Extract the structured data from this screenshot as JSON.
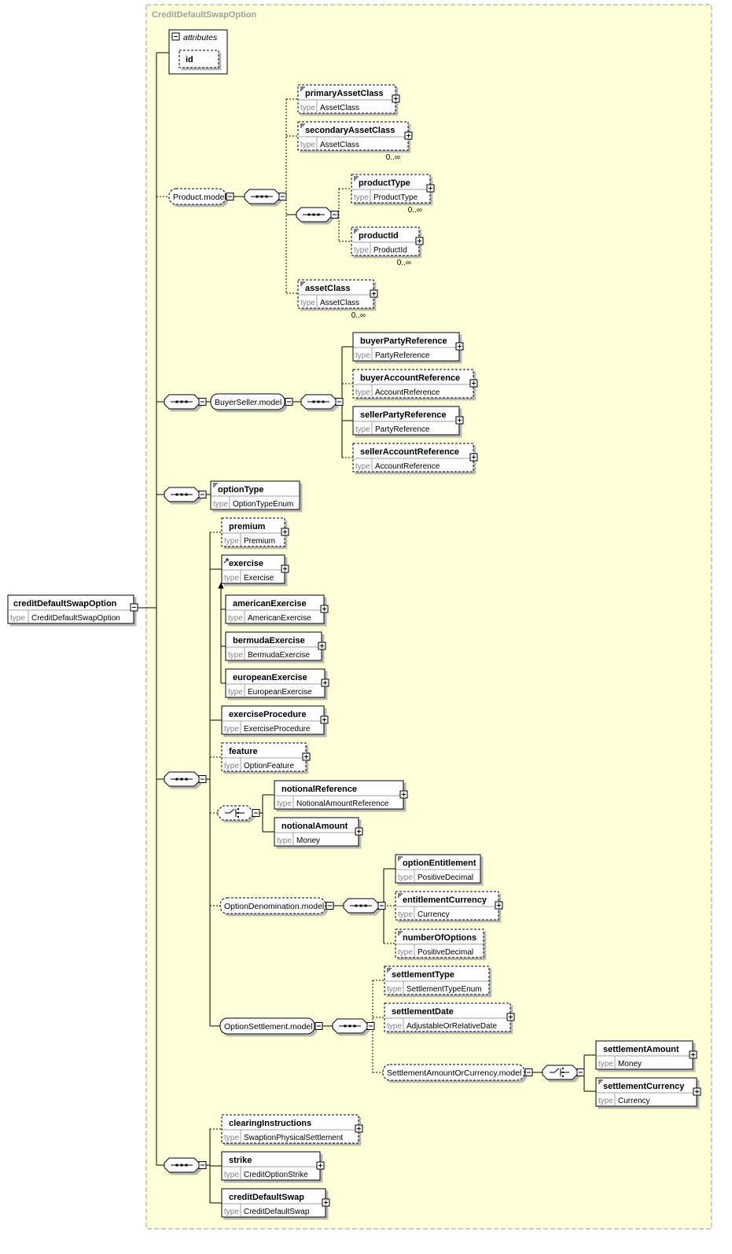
{
  "title": "CreditDefaultSwapOption",
  "type_label": "type",
  "root": {
    "name": "creditDefaultSwapOption",
    "type": "CreditDefaultSwapOption"
  },
  "attributes": {
    "label": "attributes",
    "id": "id"
  },
  "groups": {
    "product_model": "Product.model",
    "buyer_seller_model": "BuyerSeller.model",
    "option_denomination_model": "OptionDenomination.model",
    "option_settlement_model": "OptionSettlement.model",
    "settlement_amount_or_currency_model": "SettlementAmountOrCurrency.model"
  },
  "elements": {
    "primaryAssetClass": {
      "name": "primaryAssetClass",
      "type": "AssetClass"
    },
    "secondaryAssetClass": {
      "name": "secondaryAssetClass",
      "type": "AssetClass",
      "occurs": "0..∞"
    },
    "productType": {
      "name": "productType",
      "type": "ProductType",
      "occurs": "0..∞"
    },
    "productId": {
      "name": "productId",
      "type": "ProductId",
      "occurs": "0..∞"
    },
    "assetClass": {
      "name": "assetClass",
      "type": "AssetClass",
      "occurs": "0..∞"
    },
    "buyerPartyReference": {
      "name": "buyerPartyReference",
      "type": "PartyReference"
    },
    "buyerAccountReference": {
      "name": "buyerAccountReference",
      "type": "AccountReference"
    },
    "sellerPartyReference": {
      "name": "sellerPartyReference",
      "type": "PartyReference"
    },
    "sellerAccountReference": {
      "name": "sellerAccountReference",
      "type": "AccountReference"
    },
    "optionType": {
      "name": "optionType",
      "type": "OptionTypeEnum"
    },
    "premium": {
      "name": "premium",
      "type": "Premium"
    },
    "exercise": {
      "name": "exercise",
      "type": "Exercise"
    },
    "americanExercise": {
      "name": "americanExercise",
      "type": "AmericanExercise"
    },
    "bermudaExercise": {
      "name": "bermudaExercise",
      "type": "BermudaExercise"
    },
    "europeanExercise": {
      "name": "europeanExercise",
      "type": "EuropeanExercise"
    },
    "exerciseProcedure": {
      "name": "exerciseProcedure",
      "type": "ExerciseProcedure"
    },
    "feature": {
      "name": "feature",
      "type": "OptionFeature"
    },
    "notionalReference": {
      "name": "notionalReference",
      "type": "NotionalAmountReference"
    },
    "notionalAmount": {
      "name": "notionalAmount",
      "type": "Money"
    },
    "optionEntitlement": {
      "name": "optionEntitlement",
      "type": "PositiveDecimal"
    },
    "entitlementCurrency": {
      "name": "entitlementCurrency",
      "type": "Currency"
    },
    "numberOfOptions": {
      "name": "numberOfOptions",
      "type": "PositiveDecimal"
    },
    "settlementType": {
      "name": "settlementType",
      "type": "SettlementTypeEnum"
    },
    "settlementDate": {
      "name": "settlementDate",
      "type": "AdjustableOrRelativeDate"
    },
    "settlementAmount": {
      "name": "settlementAmount",
      "type": "Money"
    },
    "settlementCurrency": {
      "name": "settlementCurrency",
      "type": "Currency"
    },
    "clearingInstructions": {
      "name": "clearingInstructions",
      "type": "SwaptionPhysicalSettlement"
    },
    "strike": {
      "name": "strike",
      "type": "CreditOptionStrike"
    },
    "creditDefaultSwap": {
      "name": "creditDefaultSwap",
      "type": "CreditDefaultSwap"
    }
  },
  "colors": {
    "canvas": "#ffffd8",
    "box": "#ffffff",
    "line": "#000000",
    "type_text": "#808080",
    "title_text": "#a0a0a0"
  }
}
